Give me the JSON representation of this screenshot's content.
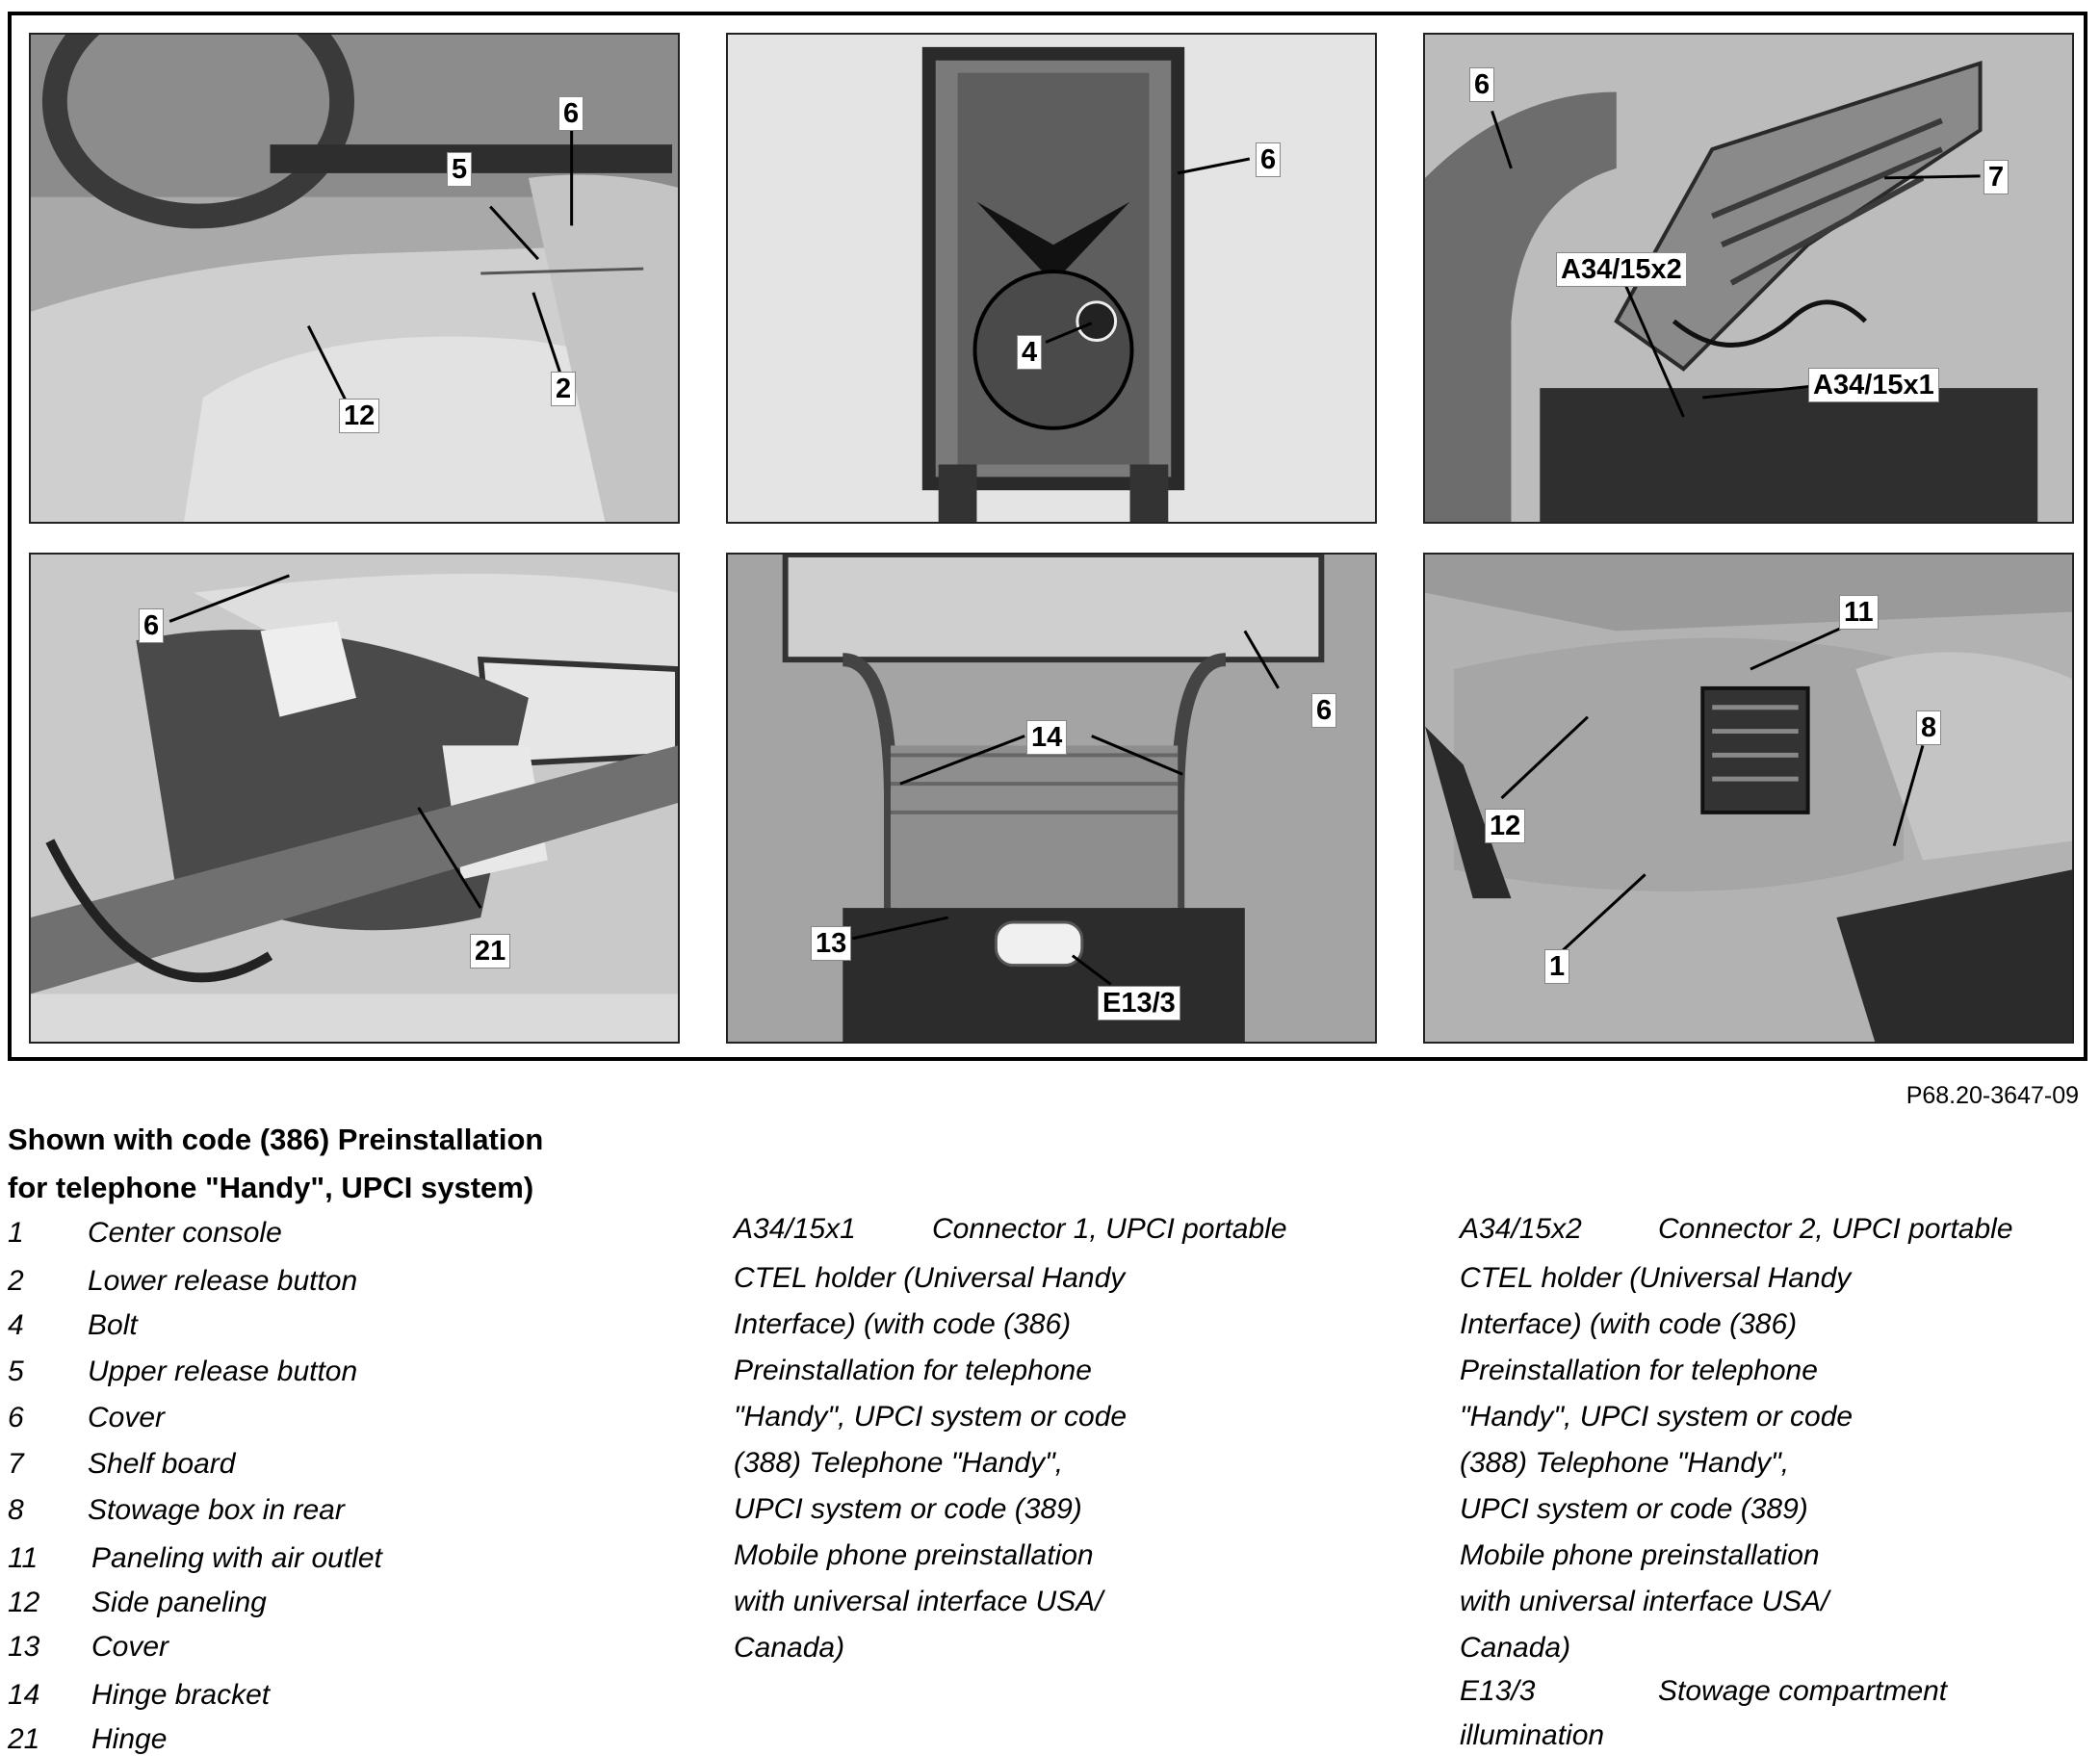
{
  "figure": {
    "id": "P68.20-3647-09",
    "panels": [
      {
        "name": "panel-1",
        "callouts": [
          "6",
          "5",
          "2",
          "12"
        ]
      },
      {
        "name": "panel-2",
        "callouts": [
          "6",
          "4"
        ]
      },
      {
        "name": "panel-3",
        "callouts": [
          "6",
          "7",
          "A34/15x2",
          "A34/15x1"
        ]
      },
      {
        "name": "panel-4",
        "callouts": [
          "6",
          "21"
        ]
      },
      {
        "name": "panel-5",
        "callouts": [
          "14",
          "6",
          "13",
          "E13/3"
        ]
      },
      {
        "name": "panel-6",
        "callouts": [
          "11",
          "8",
          "12",
          "1"
        ]
      }
    ]
  },
  "legend": {
    "caption_line1": "Shown with code (386) Preinstallation",
    "caption_line2": "for telephone \"Handy\", UPCI system)",
    "items": [
      {
        "num": "1",
        "text": "Center console"
      },
      {
        "num": "2",
        "text": "Lower release button"
      },
      {
        "num": "4",
        "text": "Bolt"
      },
      {
        "num": "5",
        "text": "Upper release button"
      },
      {
        "num": "6",
        "text": "Cover"
      },
      {
        "num": "7",
        "text": "Shelf board"
      },
      {
        "num": "8",
        "text": "Stowage box in rear"
      },
      {
        "num": "11",
        "text": "Paneling with air outlet"
      },
      {
        "num": "12",
        "text": "Side paneling"
      },
      {
        "num": "13",
        "text": "Cover"
      },
      {
        "num": "14",
        "text": "Hinge bracket"
      },
      {
        "num": "21",
        "text": "Hinge"
      }
    ],
    "a34_15x1": {
      "code": "A34/15x1",
      "title": "Connector 1, UPCI portable",
      "desc": "CTEL holder (Universal Handy\nInterface) (with code (386)\nPreinstallation for telephone\n\"Handy\", UPCI system or code\n(388) Telephone \"Handy\",\nUPCI system or code (389)\nMobile phone preinstallation\nwith universal interface USA/\nCanada)"
    },
    "a34_15x2": {
      "code": "A34/15x2",
      "title": "Connector 2, UPCI portable",
      "desc": "CTEL holder (Universal Handy\nInterface) (with code (386)\nPreinstallation for telephone\n\"Handy\", UPCI system or code\n(388) Telephone \"Handy\",\nUPCI system or code (389)\nMobile phone preinstallation\nwith universal interface USA/\nCanada)"
    },
    "e13_3": {
      "code": "E13/3",
      "title": "Stowage compartment",
      "desc": "illumination"
    }
  }
}
